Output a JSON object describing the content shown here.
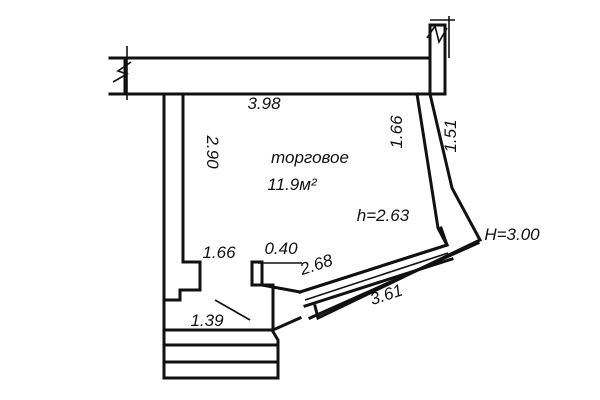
{
  "room": {
    "name": "торговое",
    "area": "11.9м²"
  },
  "dimensions": {
    "top_width": "3.98",
    "left_height": "2.90",
    "right_inner": "1.66",
    "right_outer": "1.51",
    "bottom_left": "1.66",
    "opening": "0.40",
    "diagonal": "2.68",
    "bottom_long": "3.61",
    "entrance": "1.39"
  },
  "heights": {
    "inner": "h=2.63",
    "outer": "H=3.00"
  },
  "colors": {
    "line": "#111111",
    "background": "#ffffff"
  }
}
